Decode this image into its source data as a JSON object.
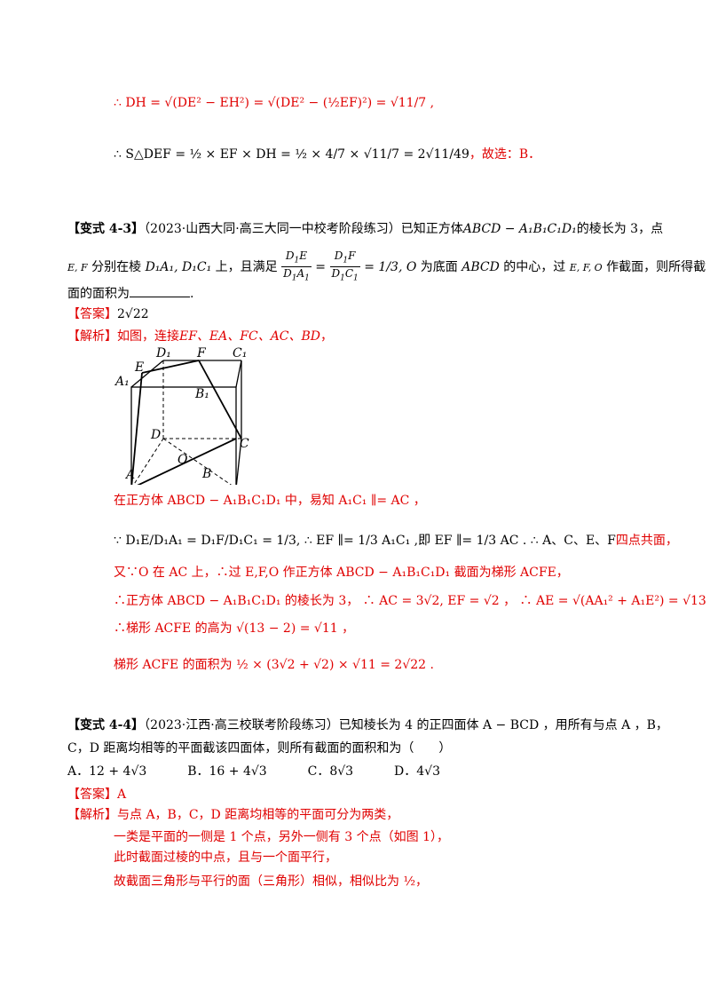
{
  "top": {
    "line1": "∴ DH = √(DE² − EH²) = √(DE² − (½EF)²) = √11/7 ,",
    "line2_math": "∴ S△DEF = ½ × EF × DH = ½ × 4/7 × √11/7 = 2√11/49",
    "line2_tail": "，故选：B．"
  },
  "v43": {
    "tag": "【变式 4-3】",
    "source": "（2023·山西大同·高三大同一中校考阶段练习）已知正方体",
    "cube": "ABCD − A₁B₁C₁D₁",
    "t1": "的棱长为 3，点",
    "line2_a": "E, F",
    "line2_b": "分别在棱",
    "edges": "D₁A₁, D₁C₁",
    "line2_c": "上，且满足",
    "ratio_tail": "= 1/3, O",
    "line2_d": "为底面",
    "abcd": "ABCD",
    "line2_e": "的中心，过",
    "efo": "E, F, O",
    "line2_f": "作截面，则所得截",
    "line3": "面的面积为",
    "line3_end": ".",
    "answer_tag": "【答案】",
    "answer": "2√22",
    "analysis_tag": "【解析】",
    "analysis_intro": "如图，连接",
    "analysis_segs": "EF、EA、FC、AC、BD",
    "analysis_intro_end": "，",
    "fig_labels": {
      "D1": "D₁",
      "F": "F",
      "C1": "C₁",
      "E": "E",
      "A1": "A₁",
      "B1": "B₁",
      "D": "D",
      "C": "C",
      "O": "O",
      "A": "A",
      "B": "B"
    },
    "s1": "在正方体 ABCD − A₁B₁C₁D₁ 中，易知 A₁C₁ ∥= AC ，",
    "s2_math": "∵ D₁E/D₁A₁ = D₁F/D₁C₁ = 1/3, ∴ EF ∥= 1/3 A₁C₁ ,即 EF ∥= 1/3 AC . ∴ A、C、E、F",
    "s2_tail": "四点共面，",
    "s3": "又∵O 在 AC 上，∴过 E,F,O 作正方体 ABCD − A₁B₁C₁D₁ 截面为梯形 ACFE，",
    "s4": "∴正方体 ABCD − A₁B₁C₁D₁ 的棱长为 3， ∴ AC = 3√2, EF = √2 ， ∴ AE = √(AA₁² + A₁E²) = √13 ，",
    "s5": "∴梯形 ACFE 的高为 √(13 − 2) = √11 ，",
    "s6": "梯形 ACFE 的面积为 ½ × (3√2 + √2) × √11 = 2√22 ."
  },
  "v44": {
    "tag": "【变式 4-4】",
    "line1": "（2023·江西·高三校联考阶段练习）已知棱长为 4 的正四面体 A − BCD ，用所有与点 A ，B，",
    "line2": "C，D 距离均相等的平面截该四面体，则所有截面的面积和为（　　）",
    "options": [
      "A．12 + 4√3",
      "B．16 + 4√3",
      "C．8√3",
      "D．4√3"
    ],
    "answer_tag": "【答案】",
    "answer": "A",
    "analysis_tag": "【解析】",
    "a1": "与点 A，B，C，D 距离均相等的平面可分为两类，",
    "a2": "一类是平面的一侧是 1 个点，另外一侧有 3 个点（如图 1），",
    "a3": "此时截面过棱的中点，且与一个面平行，",
    "a4": "故截面三角形与平行的面（三角形）相似，相似比为 ½，"
  }
}
